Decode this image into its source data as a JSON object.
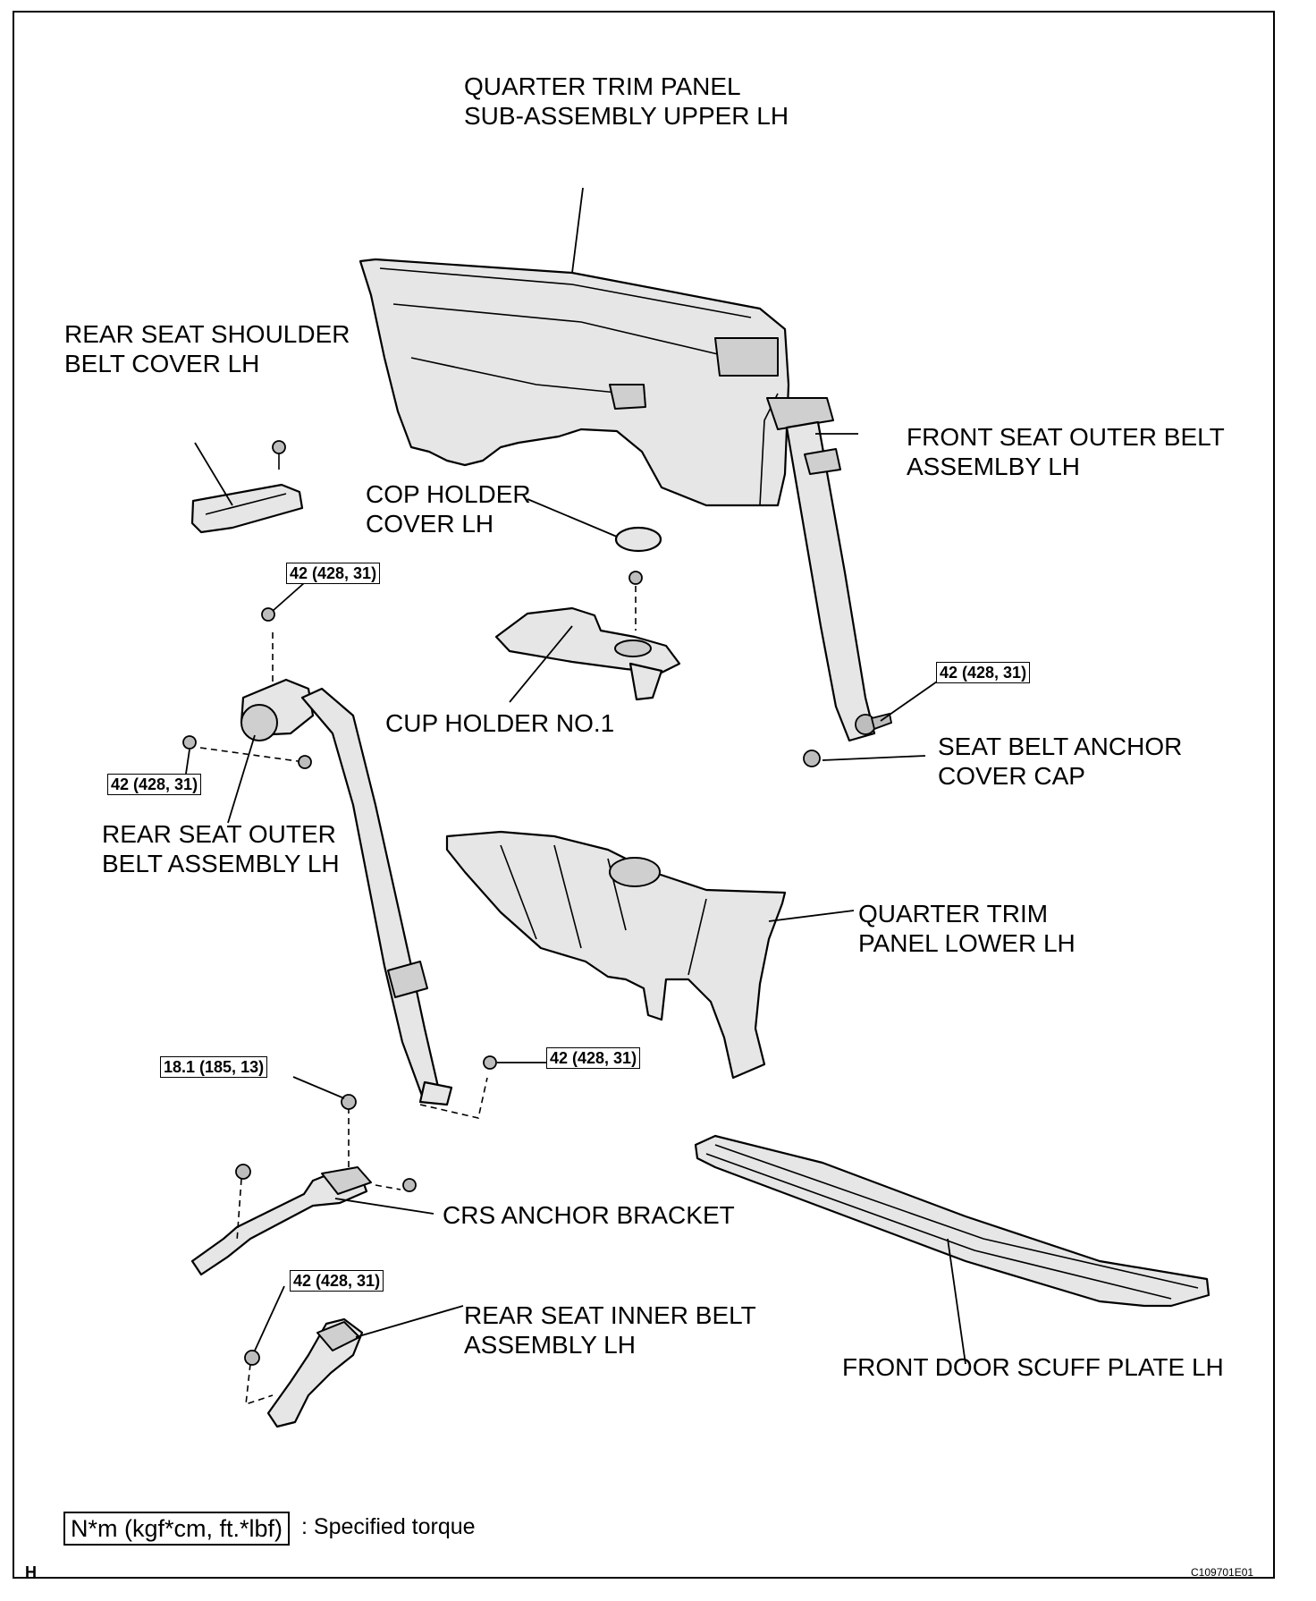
{
  "labels": {
    "quarter_trim_upper": "QUARTER TRIM PANEL\nSUB-ASSEMBLY UPPER LH",
    "shoulder_belt_cover": "REAR SEAT SHOULDER\nBELT COVER LH",
    "front_seat_outer_belt": "FRONT SEAT OUTER BELT\nASSEMLBY LH",
    "cop_holder_cover": "COP HOLDER\nCOVER LH",
    "cup_holder": "CUP HOLDER NO.1",
    "seat_belt_anchor_cap": "SEAT BELT ANCHOR\nCOVER CAP",
    "rear_seat_outer_belt": "REAR SEAT OUTER\nBELT ASSEMBLY LH",
    "quarter_trim_lower": "QUARTER TRIM\nPANEL LOWER LH",
    "crs_anchor_bracket": "CRS ANCHOR BRACKET",
    "rear_seat_inner_belt": "REAR SEAT INNER BELT\nASSEMBLY LH",
    "front_door_scuff": "FRONT DOOR SCUFF PLATE LH"
  },
  "torques": {
    "t1": "42 (428, 31)",
    "t2": "42 (428, 31)",
    "t3": "42 (428, 31)",
    "t4": "42 (428, 31)",
    "t5": "18.1 (185, 13)",
    "t6": "42 (428, 31)"
  },
  "legend": {
    "box": "N*m (kgf*cm, ft.*lbf)",
    "text": ": Specified torque"
  },
  "corner_letter": "H",
  "figure_code": "C109701E01"
}
